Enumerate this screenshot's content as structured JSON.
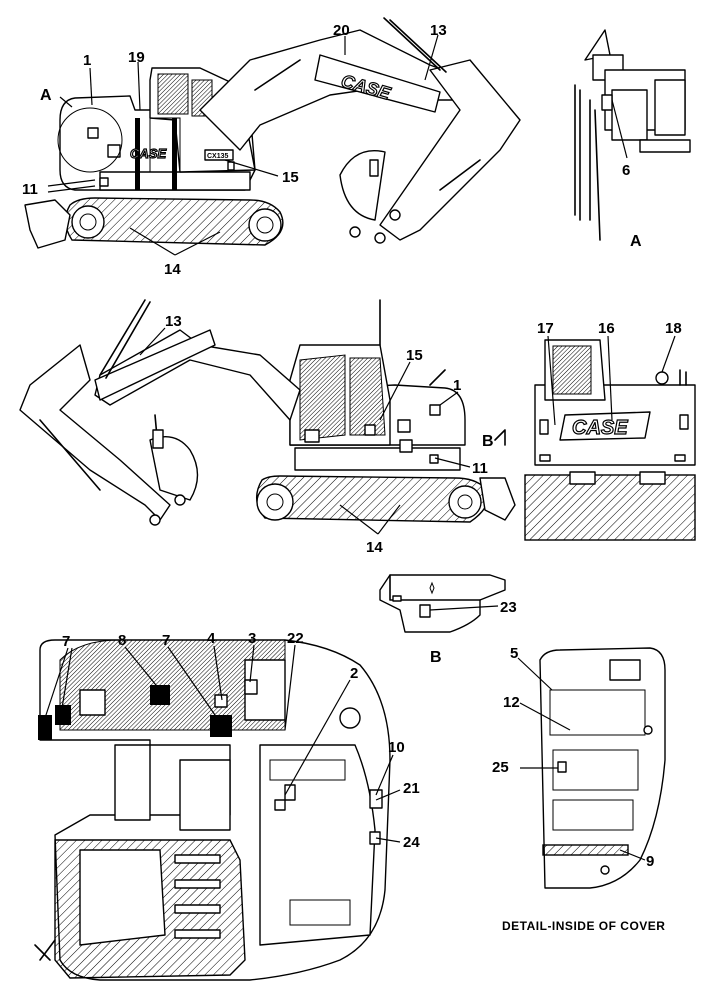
{
  "callouts": {
    "c1": "1",
    "c19": "19",
    "c20": "20",
    "c13a": "13",
    "c11a": "11",
    "c15a": "15",
    "c14a": "14",
    "c6": "6",
    "c13b": "13",
    "c15b": "15",
    "c1b": "1",
    "c11b": "11",
    "c14b": "14",
    "c17": "17",
    "c16": "16",
    "c18": "18",
    "c23": "23",
    "c7a": "7",
    "c8": "8",
    "c7b": "7",
    "c4": "4",
    "c3": "3",
    "c22": "22",
    "c2": "2",
    "c10": "10",
    "c21": "21",
    "c24": "24",
    "c5": "5",
    "c12": "12",
    "c25": "25",
    "c9": "9"
  },
  "view_labels": {
    "a_pointer": "A",
    "a_caption": "A",
    "b_pointer": "B",
    "b_caption": "B"
  },
  "brand_text": {
    "side_body": "CASE",
    "boom": "CASE",
    "rear": "CASE",
    "model_badge": "CX135"
  },
  "detail_caption": "DETAIL-INSIDE OF COVER"
}
